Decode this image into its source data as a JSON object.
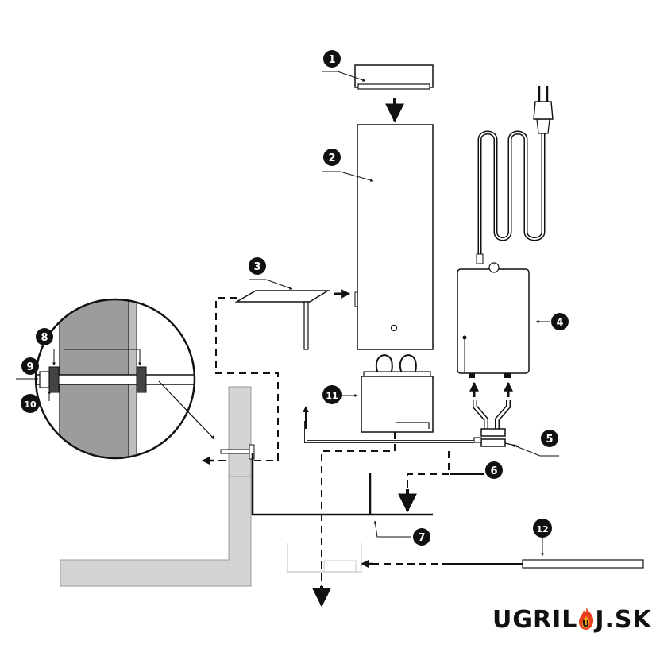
{
  "callouts": [
    {
      "id": "1",
      "label": "1"
    },
    {
      "id": "2",
      "label": "2"
    },
    {
      "id": "3",
      "label": "3"
    },
    {
      "id": "4",
      "label": "4"
    },
    {
      "id": "5",
      "label": "5"
    },
    {
      "id": "6",
      "label": "6"
    },
    {
      "id": "7",
      "label": "7"
    },
    {
      "id": "8",
      "label": "8"
    },
    {
      "id": "9",
      "label": "9"
    },
    {
      "id": "10",
      "label": "10"
    },
    {
      "id": "11",
      "label": "11"
    },
    {
      "id": "12",
      "label": "12"
    }
  ],
  "brand": {
    "part1": "UGRIL",
    "part2": "J.SK",
    "flame_letter": "U",
    "flame_color": "#e8401c",
    "flame_inner_color": "#f7a21b"
  },
  "colors": {
    "ink": "#111111",
    "grey_wall": "#d4d4d4",
    "grey_dark": "#9a9a9a",
    "light_line": "#c8c8c8"
  }
}
